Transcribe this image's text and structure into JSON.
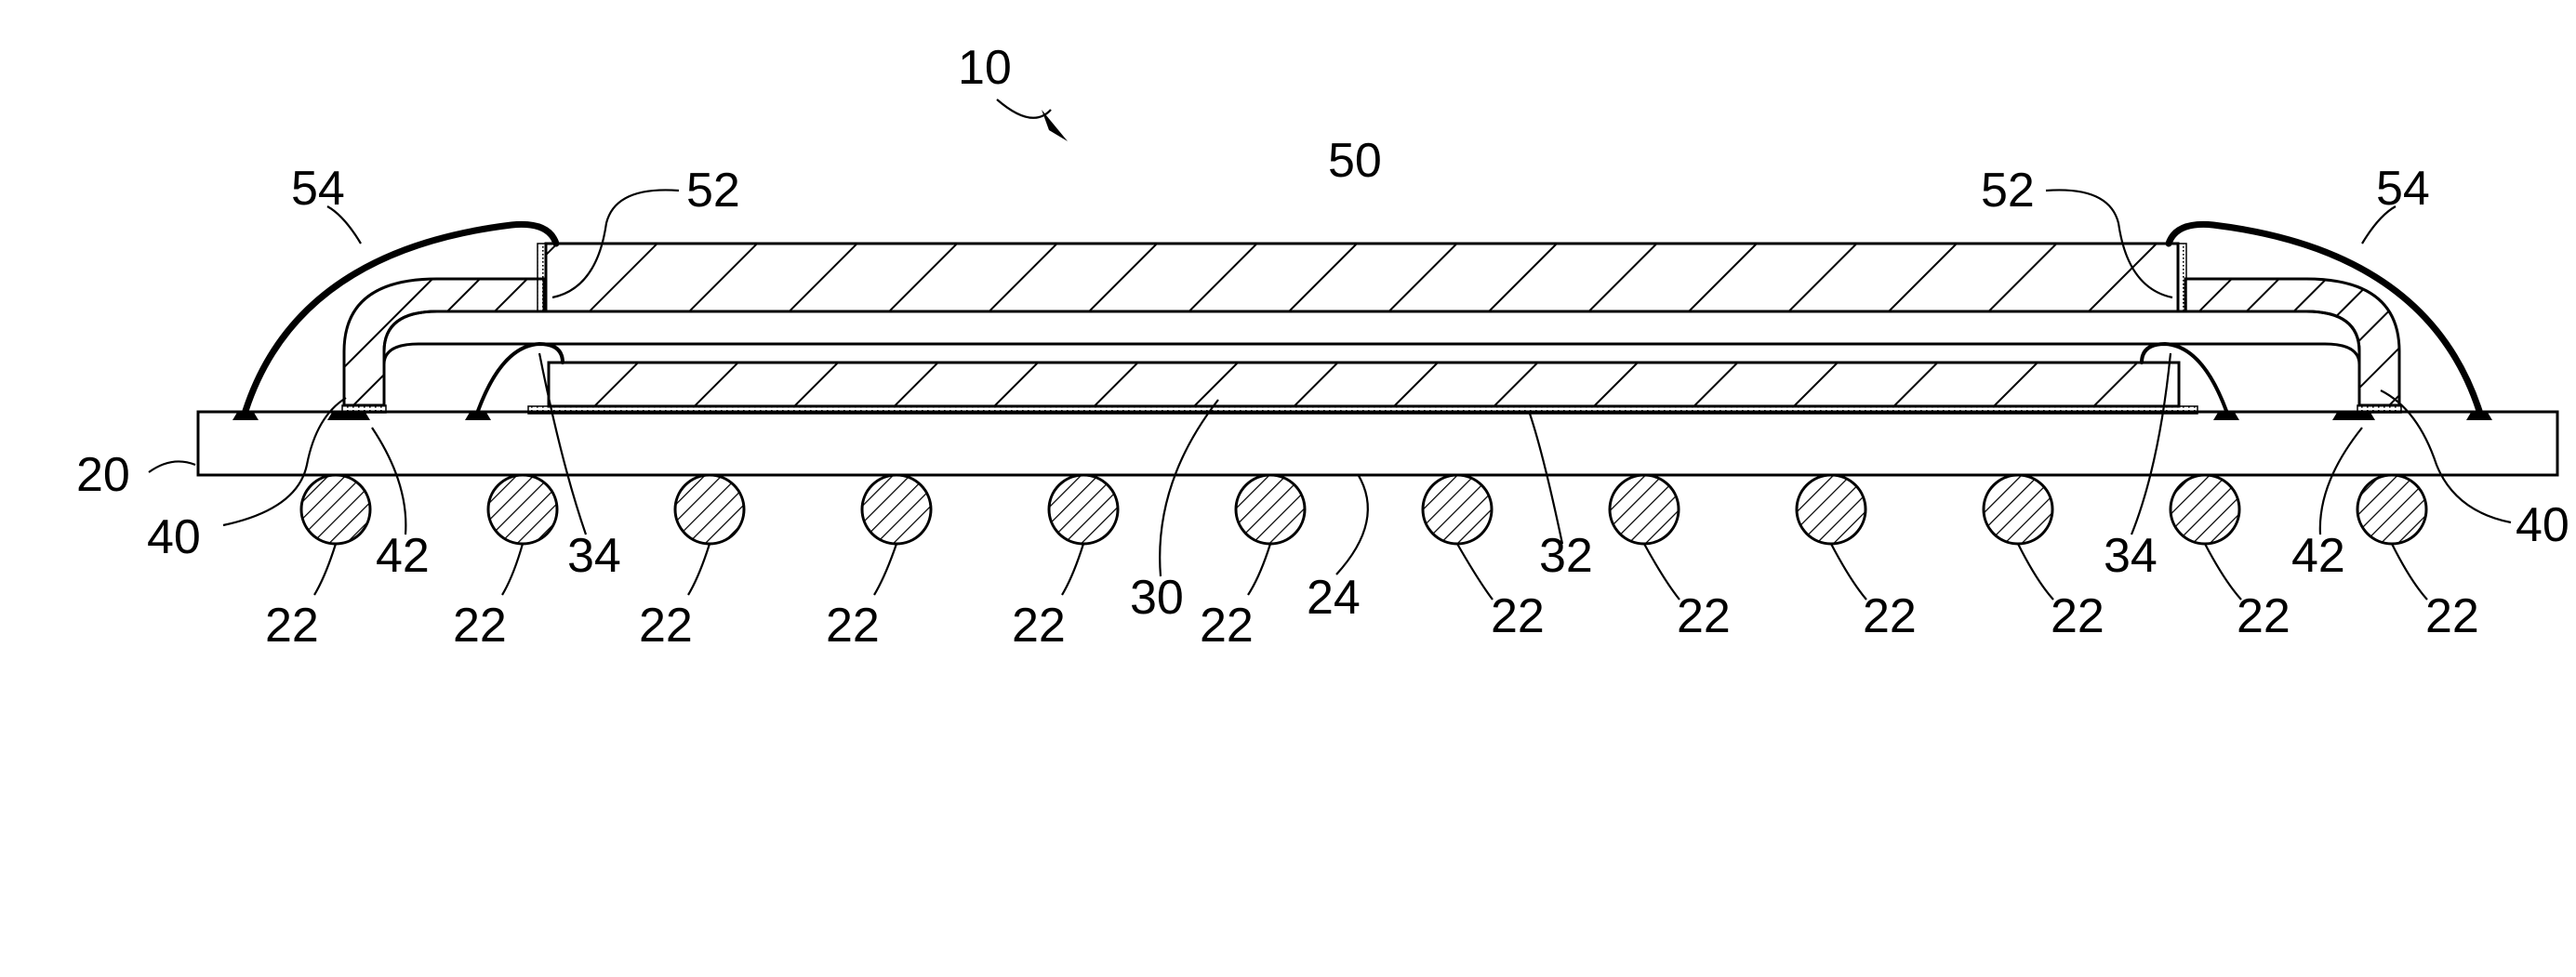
{
  "figure": {
    "labels": {
      "assembly": "10",
      "substrate": "20",
      "solder_ball": "22",
      "substrate_bottom": "24",
      "lower_die": "30",
      "die_attach": "32",
      "lower_wire": "34",
      "spacer": "40",
      "spacer_pad": "42",
      "upper_die": "50",
      "upper_attach": "52",
      "upper_wire": "54"
    }
  }
}
